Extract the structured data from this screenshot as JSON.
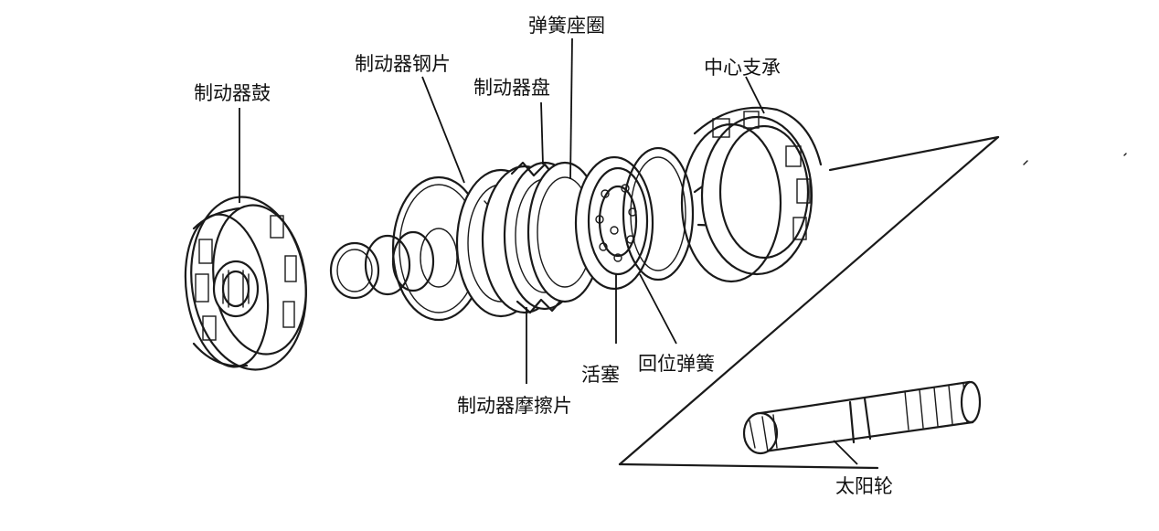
{
  "labels": {
    "brake_drum": "制动器鼓",
    "brake_steel_plate": "制动器钢片",
    "brake_disc": "制动器盘",
    "spring_seat": "弹簧座圈",
    "center_support": "中心支承",
    "piston": "活塞",
    "return_spring": "回位弹簧",
    "brake_friction_plate": "制动器摩擦片",
    "sun_gear": "太阳轮"
  }
}
